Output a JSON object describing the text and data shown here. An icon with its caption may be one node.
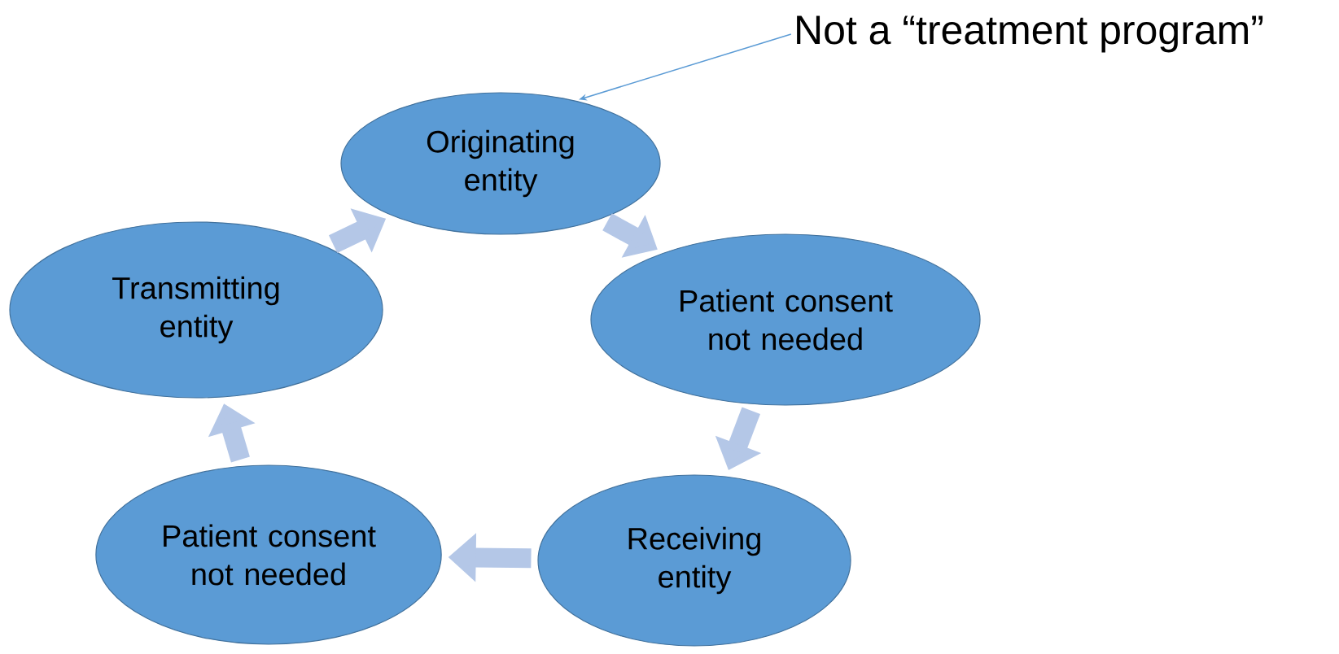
{
  "diagram": {
    "nodes": [
      {
        "text": [
          "Originating entity"
        ]
      },
      {
        "text": [
          "Patient consent not needed"
        ]
      },
      {
        "text": [
          "Receiving entity"
        ]
      },
      {
        "text": [
          "Patient consent not needed"
        ]
      },
      {
        "text": [
          "Transmitting entity"
        ]
      },
      {
        "text": [
          "Not a “treatment program”"
        ]
      }
    ],
    "edges": [
      {
        "from": 0,
        "to": 1,
        "arrow": "to"
      },
      {
        "from": 1,
        "to": 2,
        "arrow": "to"
      },
      {
        "from": 2,
        "to": 3,
        "arrow": "to"
      },
      {
        "from": 3,
        "to": 4,
        "arrow": "to"
      },
      {
        "from": 4,
        "to": 0,
        "arrow": "to"
      },
      {
        "from": 5,
        "to": 0,
        "arrow": "to"
      }
    ]
  }
}
